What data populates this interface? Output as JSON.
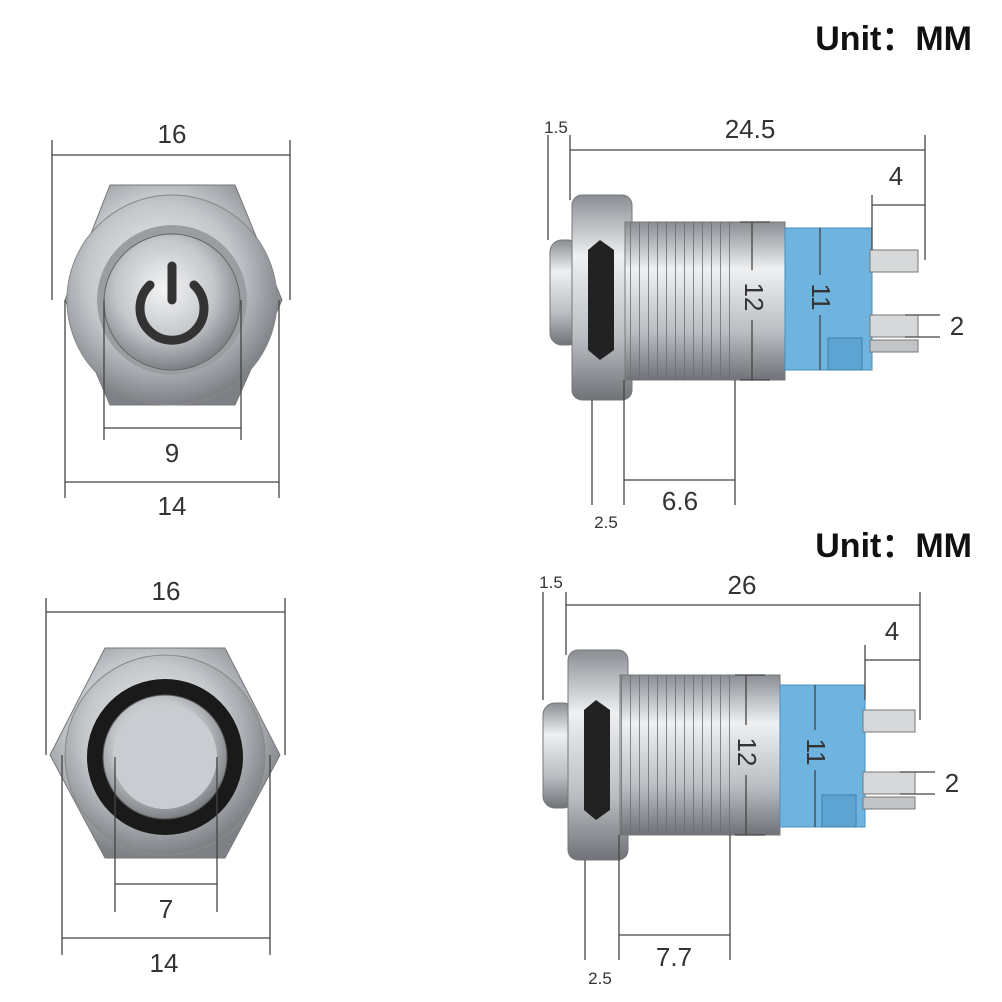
{
  "top_section": {
    "unit_label": "Unit：MM",
    "front_view": {
      "icon": "power-symbol",
      "outer_width": "16",
      "button_width": "9",
      "nut_width": "14"
    },
    "side_view": {
      "front_gap": "1.5",
      "total_length": "24.5",
      "terminal_length": "4",
      "thread_diameter": "12",
      "block_height": "11",
      "terminal_spacing": "2",
      "bezel_thickness": "2.5",
      "nut_to_thread": "6.6"
    }
  },
  "bottom_section": {
    "unit_label": "Unit：MM",
    "front_view": {
      "icon": "ring-illumination",
      "outer_width": "16",
      "button_width": "7",
      "nut_width": "14"
    },
    "side_view": {
      "front_gap": "1.5",
      "total_length": "26",
      "terminal_length": "4",
      "thread_diameter": "12",
      "block_height": "11",
      "terminal_spacing": "2",
      "bezel_thickness": "2.5",
      "nut_to_thread": "7.7"
    }
  },
  "colors": {
    "metal": "#c9ccd0",
    "connector_block": "#6fb3df",
    "dimension_line": "#444444"
  }
}
